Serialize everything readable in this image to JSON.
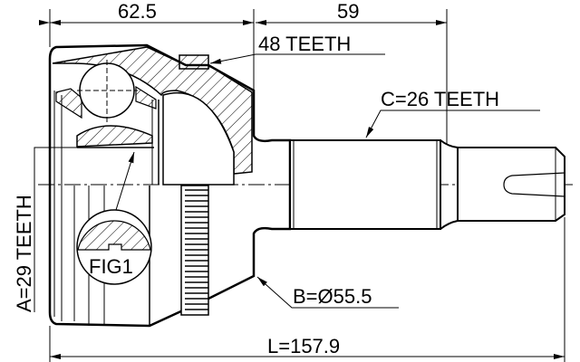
{
  "dimensions": {
    "housing_length": "62.5",
    "shaft_length": "59",
    "total_length": "L=157.9",
    "diameter": "B=Ø55.5"
  },
  "labels": {
    "abs_ring_teeth": "48 TEETH",
    "outer_spline_teeth": "C=26 TEETH",
    "inner_spline_teeth": "A=29 TEETH",
    "detail_label": "FIG1"
  },
  "colors": {
    "line": "#000000",
    "background": "#ffffff"
  }
}
